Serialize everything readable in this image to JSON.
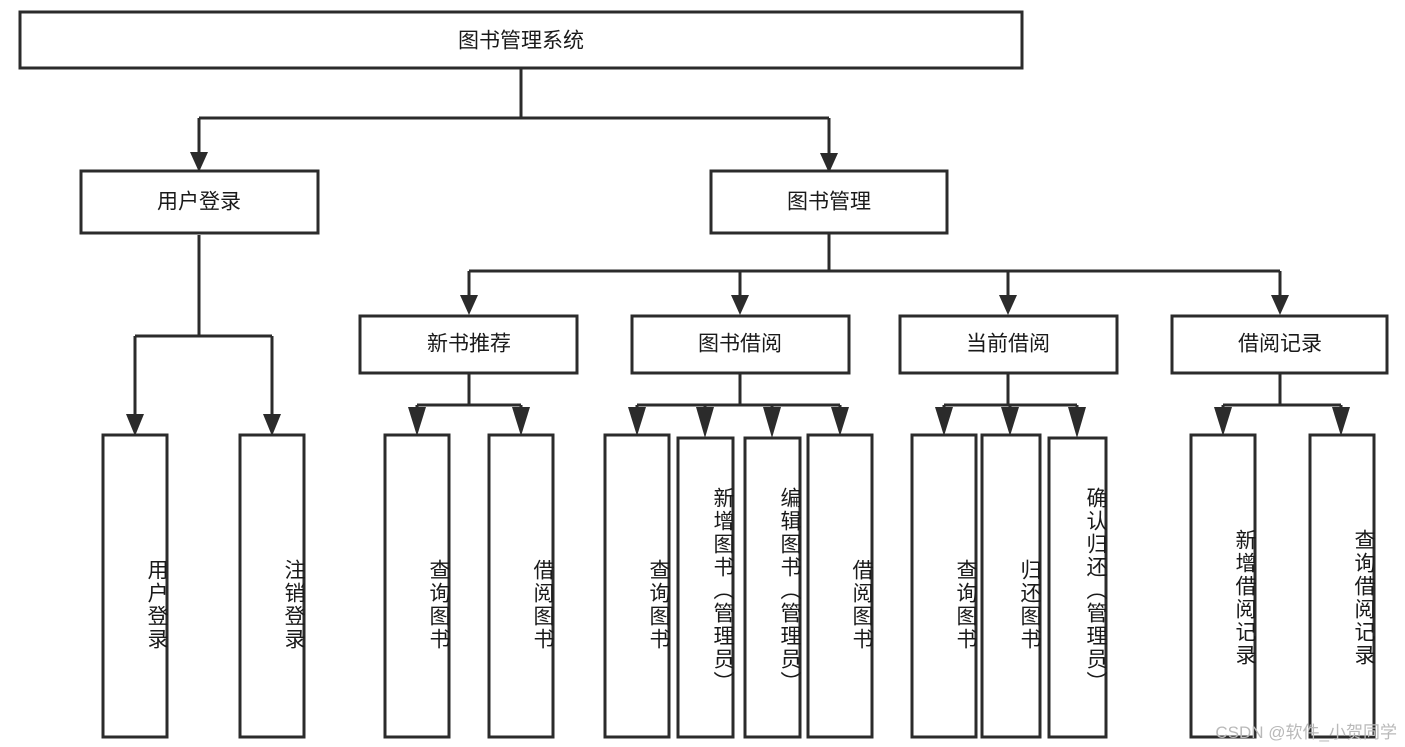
{
  "diagram": {
    "title": "图书管理系统",
    "type": "hierarchy-tree",
    "root": {
      "id": "root",
      "label": "图书管理系统"
    },
    "level1": [
      {
        "id": "user-login",
        "label": "用户登录"
      },
      {
        "id": "book-management",
        "label": "图书管理"
      }
    ],
    "level2": [
      {
        "id": "new-book-recommend",
        "label": "新书推荐",
        "parent": "book-management"
      },
      {
        "id": "book-borrow",
        "label": "图书借阅",
        "parent": "book-management"
      },
      {
        "id": "current-borrow",
        "label": "当前借阅",
        "parent": "book-management"
      },
      {
        "id": "borrow-record",
        "label": "借阅记录",
        "parent": "book-management"
      }
    ],
    "leaves": [
      {
        "id": "leaf-user-login",
        "label": "用户登录",
        "parent": "user-login"
      },
      {
        "id": "leaf-logout-login",
        "label": "注销登录",
        "parent": "user-login"
      },
      {
        "id": "leaf-query-book-1",
        "label": "查询图书",
        "parent": "new-book-recommend"
      },
      {
        "id": "leaf-borrow-book-1",
        "label": "借阅图书",
        "parent": "new-book-recommend"
      },
      {
        "id": "leaf-query-book-2",
        "label": "查询图书",
        "parent": "book-borrow"
      },
      {
        "id": "leaf-add-book",
        "label": "新增图书（管理员）",
        "parent": "book-borrow"
      },
      {
        "id": "leaf-edit-book",
        "label": "编辑图书（管理员）",
        "parent": "book-borrow"
      },
      {
        "id": "leaf-borrow-book-2",
        "label": "借阅图书",
        "parent": "book-borrow"
      },
      {
        "id": "leaf-query-book-3",
        "label": "查询图书",
        "parent": "current-borrow"
      },
      {
        "id": "leaf-return-book",
        "label": "归还图书",
        "parent": "current-borrow"
      },
      {
        "id": "leaf-confirm-return",
        "label": "确认归还（管理员）",
        "parent": "current-borrow"
      },
      {
        "id": "leaf-add-record",
        "label": "新增借阅记录",
        "parent": "borrow-record"
      },
      {
        "id": "leaf-query-record",
        "label": "查询借阅记录",
        "parent": "borrow-record"
      }
    ],
    "watermark": "CSDN @软件_小贺同学",
    "colors": {
      "stroke": "#2b2b2b",
      "fill": "#ffffff",
      "text": "#1a1a1a",
      "watermark": "#b9b9b9",
      "background": "#ffffff"
    }
  }
}
